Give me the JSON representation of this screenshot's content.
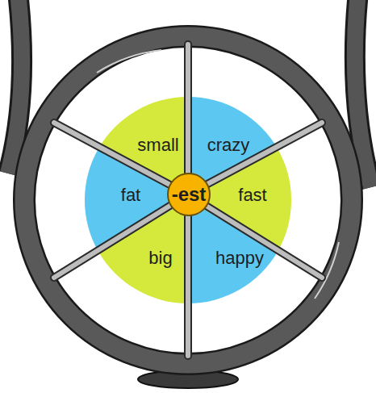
{
  "diagram": {
    "nodes": [
      {
        "text": [
          "small"
        ]
      },
      {
        "text": [
          "crazy"
        ]
      },
      {
        "text": [
          "fat"
        ]
      },
      {
        "text": [
          "-est"
        ]
      },
      {
        "text": [
          "fast"
        ]
      },
      {
        "text": [
          "big"
        ]
      },
      {
        "text": [
          "happy"
        ]
      }
    ]
  }
}
